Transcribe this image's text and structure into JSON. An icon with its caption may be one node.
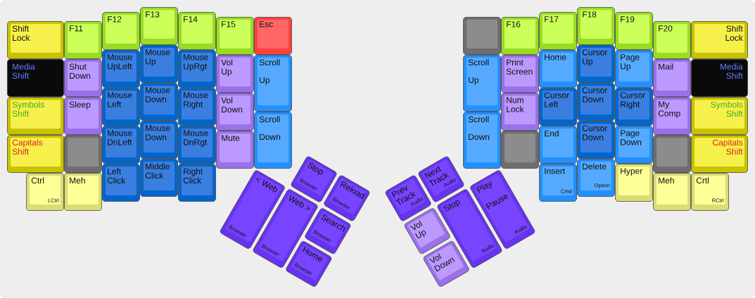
{
  "diagram": {
    "nodes": [
      {
        "text": [
          "Shift Lock"
        ]
      },
      {
        "text": [
          "F11"
        ]
      },
      {
        "text": [
          "F12"
        ]
      },
      {
        "text": [
          "F13"
        ]
      },
      {
        "text": [
          "F14"
        ]
      },
      {
        "text": [
          "F15"
        ]
      },
      {
        "text": [
          "Esc"
        ]
      },
      {
        "text": [
          "Media Shift"
        ]
      },
      {
        "text": [
          "Shut Down"
        ]
      },
      {
        "text": [
          "Mouse UpLeft"
        ]
      },
      {
        "text": [
          "Mouse Up"
        ]
      },
      {
        "text": [
          "Mouse UpRgt"
        ]
      },
      {
        "text": [
          "Vol Up"
        ]
      },
      {
        "text": [
          "Scroll Up"
        ]
      },
      {
        "text": [
          "Symbols Shift"
        ]
      },
      {
        "text": [
          "Sleep"
        ]
      },
      {
        "text": [
          "Mouse Left"
        ]
      },
      {
        "text": [
          "Mouse Down"
        ]
      },
      {
        "text": [
          "Mouse Right"
        ]
      },
      {
        "text": [
          "Vol Down"
        ]
      },
      {
        "text": [
          "Scroll Down"
        ]
      },
      {
        "text": [
          "Capitals Shift"
        ]
      },
      {
        "text": [],
        "shape": "box"
      },
      {
        "text": [
          "Mouse DnLeft"
        ]
      },
      {
        "text": [
          "Mouse Down"
        ]
      },
      {
        "text": [
          "Mouse DnRgt"
        ]
      },
      {
        "text": [
          "Mute"
        ]
      },
      {
        "text": [
          "Ctrl",
          "LCtrl"
        ]
      },
      {
        "text": [
          "Meh"
        ]
      },
      {
        "text": [
          "Left Click"
        ]
      },
      {
        "text": [
          "Middle Click"
        ]
      },
      {
        "text": [
          "Right Click"
        ]
      },
      {
        "text": [
          "Stop",
          "Browser"
        ]
      },
      {
        "text": [
          "Reload",
          "Browser"
        ]
      },
      {
        "text": [
          "< Web",
          "Browser"
        ]
      },
      {
        "text": [
          "Web >",
          "Browser"
        ]
      },
      {
        "text": [
          "Search",
          "Browser"
        ]
      },
      {
        "text": [
          "Home",
          "Browser"
        ]
      },
      {
        "text": [],
        "shape": "box"
      },
      {
        "text": [
          "F16"
        ]
      },
      {
        "text": [
          "F17"
        ]
      },
      {
        "text": [
          "F18"
        ]
      },
      {
        "text": [
          "F19"
        ]
      },
      {
        "text": [
          "F20"
        ]
      },
      {
        "text": [
          "Shift Lock"
        ]
      },
      {
        "text": [
          "Scroll Up"
        ]
      },
      {
        "text": [
          "Print Screen"
        ]
      },
      {
        "text": [
          "Home"
        ]
      },
      {
        "text": [
          "Cursor Up"
        ]
      },
      {
        "text": [
          "Page Up"
        ]
      },
      {
        "text": [
          "Mail"
        ]
      },
      {
        "text": [
          "Media Shift"
        ]
      },
      {
        "text": [
          "Scroll Down"
        ]
      },
      {
        "text": [
          "Num Lock"
        ]
      },
      {
        "text": [
          "Cursor Left"
        ]
      },
      {
        "text": [
          "Cursor Down"
        ]
      },
      {
        "text": [
          "Cursor Right"
        ]
      },
      {
        "text": [
          "My Comp"
        ]
      },
      {
        "text": [
          "Symbols Shift"
        ]
      },
      {
        "text": [],
        "shape": "box"
      },
      {
        "text": [
          "End"
        ]
      },
      {
        "text": [
          "Cursor Down"
        ]
      },
      {
        "text": [
          "Page Down"
        ]
      },
      {
        "text": [],
        "shape": "box"
      },
      {
        "text": [
          "Capitals Shift"
        ]
      },
      {
        "text": [
          "Insert",
          "Cmd"
        ]
      },
      {
        "text": [
          "Delete",
          "Option"
        ]
      },
      {
        "text": [
          "Hyper"
        ]
      },
      {
        "text": [
          "Meh"
        ]
      },
      {
        "text": [
          "Crtl",
          "RCtrl"
        ]
      },
      {
        "text": [
          "Next Track",
          "Audio"
        ]
      },
      {
        "text": [
          "Prev Track",
          "Audio"
        ]
      },
      {
        "text": [
          "Play Pause",
          "Audio"
        ]
      },
      {
        "text": [
          "Stop",
          "Audio"
        ]
      },
      {
        "text": [
          "Vol Up"
        ]
      },
      {
        "text": [
          "Vol Down"
        ]
      }
    ]
  }
}
